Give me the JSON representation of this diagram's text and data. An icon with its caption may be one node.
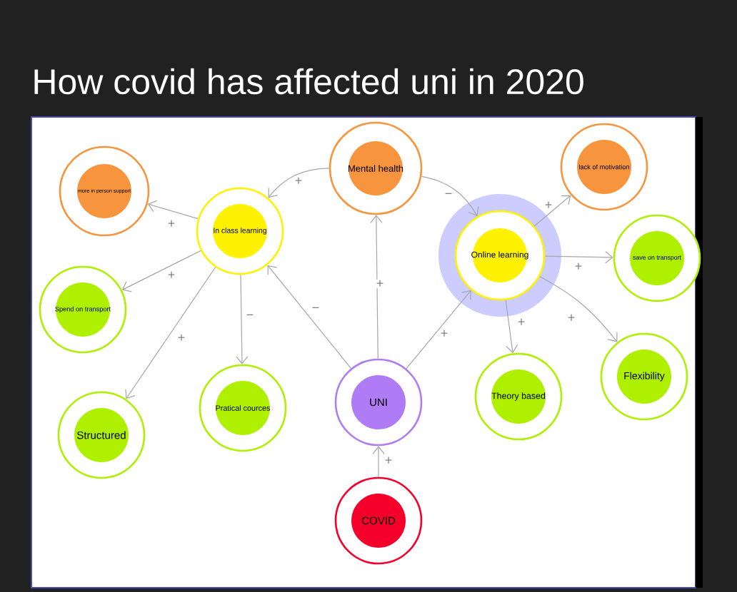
{
  "diagram": {
    "title": "How covid has affected uni in 2020",
    "nodes": [
      {
        "text": [
          "Mental health"
        ]
      },
      {
        "text": [
          "more in person support"
        ]
      },
      {
        "text": [
          "In class learning"
        ]
      },
      {
        "text": [
          "lack of motivation"
        ]
      },
      {
        "text": [
          "Online learning"
        ]
      },
      {
        "text": [
          "Spend on transport"
        ]
      },
      {
        "text": [
          "save on transport"
        ]
      },
      {
        "text": [
          "Structured"
        ]
      },
      {
        "text": [
          "Pratical cources"
        ]
      },
      {
        "text": [
          "UNI"
        ]
      },
      {
        "text": [
          "Theory based"
        ]
      },
      {
        "text": [
          "Flexibility"
        ]
      },
      {
        "text": [
          "COVID"
        ]
      }
    ],
    "edges": [
      {
        "from": 0,
        "to": 2,
        "arrow": "to",
        "label": "+"
      },
      {
        "from": 0,
        "to": 4,
        "arrow": "to",
        "label": "−"
      },
      {
        "from": 2,
        "to": 1,
        "arrow": "to",
        "label": "+"
      },
      {
        "from": 2,
        "to": 5,
        "arrow": "to",
        "label": "+"
      },
      {
        "from": 2,
        "to": 7,
        "arrow": "to",
        "label": "+"
      },
      {
        "from": 2,
        "to": 8,
        "arrow": "to",
        "label": "−"
      },
      {
        "from": 9,
        "to": 2,
        "arrow": "to",
        "label": "−"
      },
      {
        "from": 9,
        "to": 0,
        "arrow": "to",
        "label": "+"
      },
      {
        "from": 9,
        "to": 4,
        "arrow": "to",
        "label": "+"
      },
      {
        "from": 4,
        "to": 3,
        "arrow": "to",
        "label": "+"
      },
      {
        "from": 4,
        "to": 6,
        "arrow": "to",
        "label": "+"
      },
      {
        "from": 4,
        "to": 10,
        "arrow": "to",
        "label": "+"
      },
      {
        "from": 4,
        "to": 11,
        "arrow": "to",
        "label": "+"
      },
      {
        "from": 12,
        "to": 9,
        "arrow": "to",
        "label": "+"
      }
    ]
  }
}
